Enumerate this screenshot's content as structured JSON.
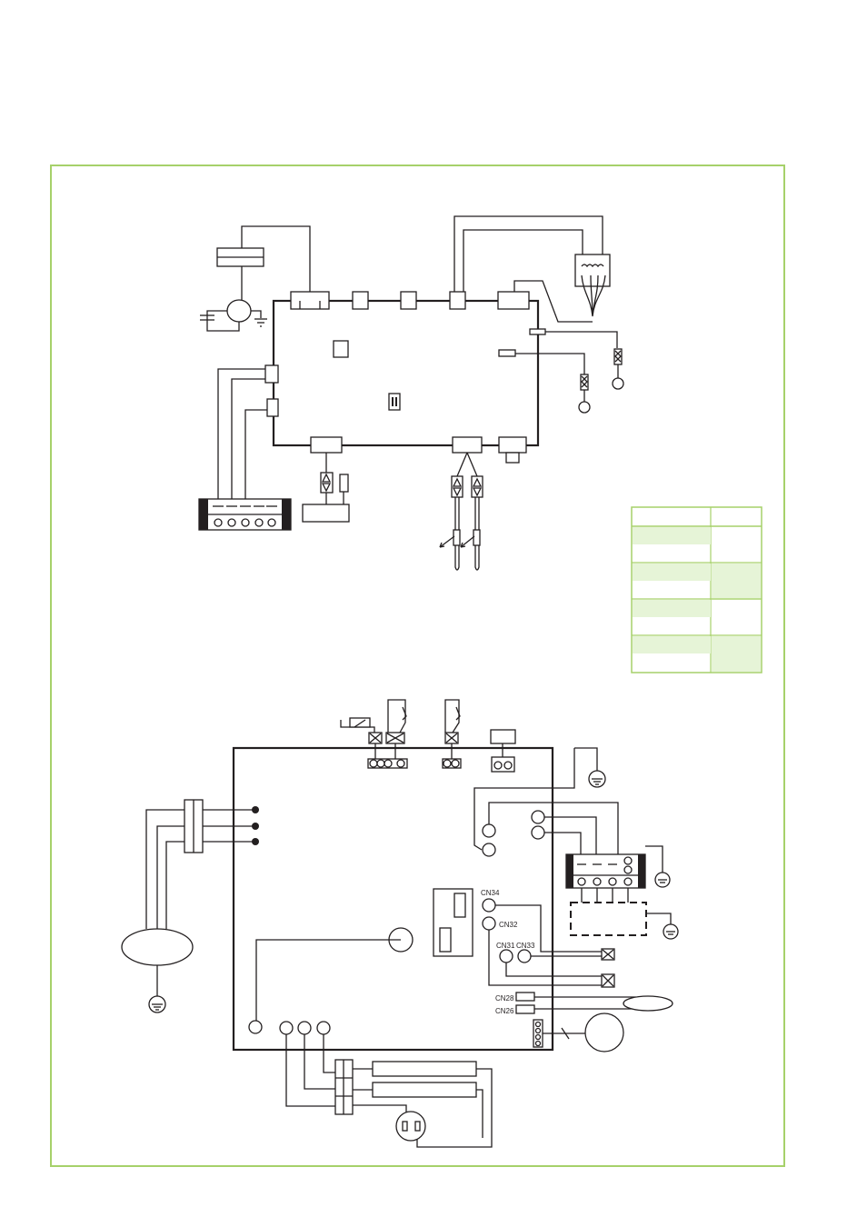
{
  "frame": {
    "border_color": "#a6d16a"
  },
  "legend": {
    "header_color": "#ffffff",
    "row_fill_color": "#e6f4d7",
    "border_color": "#a6d16a"
  },
  "outdoor_board": {
    "connectors": {
      "cn34": "CN34",
      "cn32": "CN32",
      "cn31": "CN31",
      "cn33": "CN33",
      "cn28": "CN28",
      "cn26": "CN26"
    }
  },
  "colors": {
    "wire": "#231f20",
    "accent": "#a6d16a"
  }
}
